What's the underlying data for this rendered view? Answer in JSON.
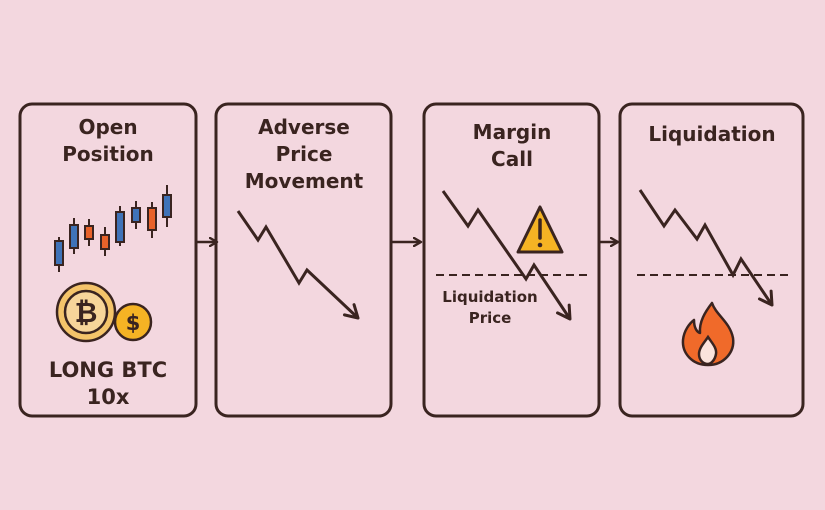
{
  "steps": [
    {
      "title_lines": [
        "Open",
        "Position"
      ],
      "caption_lines": [
        "LONG BTC",
        "10x"
      ],
      "icons": [
        "candlestick-chart-icon",
        "bitcoin-coin-icon",
        "dollar-coin-icon"
      ]
    },
    {
      "title_lines": [
        "Adverse",
        "Price",
        "Movement"
      ],
      "icons": [
        "down-trend-arrow-icon"
      ]
    },
    {
      "title_lines": [
        "Margin",
        "Call"
      ],
      "label_lines": [
        "Liquidation",
        "Price"
      ],
      "icons": [
        "down-trend-arrow-icon",
        "warning-icon"
      ]
    },
    {
      "title_lines": [
        "Liquidation"
      ],
      "icons": [
        "down-trend-arrow-icon",
        "fire-icon"
      ]
    }
  ],
  "colors": {
    "background": "#f3d7df",
    "stroke": "#3a2420",
    "candle_up": "#3f73b8",
    "candle_down": "#e8622a",
    "coin": "#f4c46a",
    "warning": "#f5b324",
    "fire": "#f06a2a"
  }
}
